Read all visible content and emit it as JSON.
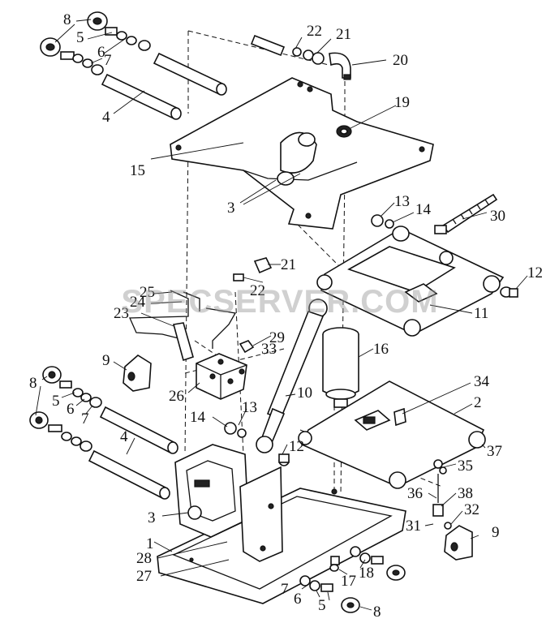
{
  "watermark": "SPECSERVER.COM",
  "callouts": [
    {
      "id": "c8a",
      "text": "8"
    },
    {
      "id": "c5a",
      "text": "5"
    },
    {
      "id": "c6a",
      "text": "6"
    },
    {
      "id": "c7a",
      "text": "7"
    },
    {
      "id": "c22a",
      "text": "22"
    },
    {
      "id": "c21a",
      "text": "21"
    },
    {
      "id": "c20",
      "text": "20"
    },
    {
      "id": "c4a",
      "text": "4"
    },
    {
      "id": "c19",
      "text": "19"
    },
    {
      "id": "c15",
      "text": "15"
    },
    {
      "id": "c3a",
      "text": "3"
    },
    {
      "id": "c13a",
      "text": "13"
    },
    {
      "id": "c14a",
      "text": "14"
    },
    {
      "id": "c30",
      "text": "30"
    },
    {
      "id": "c21b",
      "text": "21"
    },
    {
      "id": "c12a",
      "text": "12"
    },
    {
      "id": "c22b",
      "text": "22"
    },
    {
      "id": "c25",
      "text": "25"
    },
    {
      "id": "c24",
      "text": "24"
    },
    {
      "id": "c23",
      "text": "23"
    },
    {
      "id": "c11",
      "text": "11"
    },
    {
      "id": "c29",
      "text": "29"
    },
    {
      "id": "c33",
      "text": "33"
    },
    {
      "id": "c16",
      "text": "16"
    },
    {
      "id": "c9a",
      "text": "9"
    },
    {
      "id": "c26",
      "text": "26"
    },
    {
      "id": "c10",
      "text": "10"
    },
    {
      "id": "c34",
      "text": "34"
    },
    {
      "id": "c8b",
      "text": "8"
    },
    {
      "id": "c5b",
      "text": "5"
    },
    {
      "id": "c6b",
      "text": "6"
    },
    {
      "id": "c7b",
      "text": "7"
    },
    {
      "id": "c2",
      "text": "2"
    },
    {
      "id": "c13b",
      "text": "13"
    },
    {
      "id": "c14b",
      "text": "14"
    },
    {
      "id": "c4b",
      "text": "4"
    },
    {
      "id": "c12b",
      "text": "12"
    },
    {
      "id": "c37",
      "text": "37"
    },
    {
      "id": "c35",
      "text": "35"
    },
    {
      "id": "c36",
      "text": "36"
    },
    {
      "id": "c38",
      "text": "38"
    },
    {
      "id": "c3b",
      "text": "3"
    },
    {
      "id": "c32",
      "text": "32"
    },
    {
      "id": "c31",
      "text": "31"
    },
    {
      "id": "c1",
      "text": "1"
    },
    {
      "id": "c9b",
      "text": "9"
    },
    {
      "id": "c28",
      "text": "28"
    },
    {
      "id": "c27",
      "text": "27"
    },
    {
      "id": "c17",
      "text": "17"
    },
    {
      "id": "c18",
      "text": "18"
    },
    {
      "id": "c7c",
      "text": "7"
    },
    {
      "id": "c6c",
      "text": "6"
    },
    {
      "id": "c5c",
      "text": "5"
    },
    {
      "id": "c8c",
      "text": "8"
    }
  ]
}
